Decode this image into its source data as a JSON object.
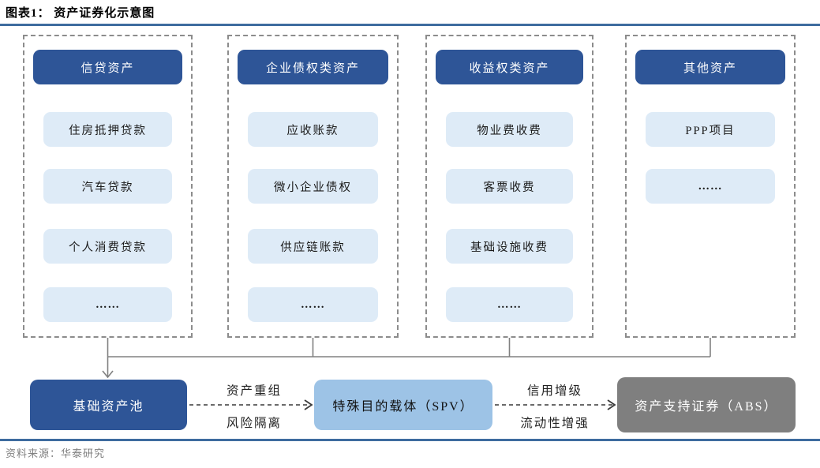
{
  "title": "图表1：  资产证券化示意图",
  "source": "资料来源：华泰研究",
  "columns": [
    {
      "header": "信贷资产",
      "items": [
        "住房抵押贷款",
        "汽车贷款",
        "个人消费贷款",
        "……"
      ]
    },
    {
      "header": "企业债权类资产",
      "items": [
        "应收账款",
        "微小企业债权",
        "供应链账款",
        "……"
      ]
    },
    {
      "header": "收益权类资产",
      "items": [
        "物业费收费",
        "客票收费",
        "基础设施收费",
        "……"
      ]
    },
    {
      "header": "其他资产",
      "items": [
        "PPP项目",
        "……"
      ]
    }
  ],
  "flow": {
    "pool": "基础资产池",
    "spv": "特殊目的载体（SPV）",
    "abs": "资产支持证券（ABS）",
    "arrow1_top": "资产重组",
    "arrow1_bottom": "风险隔离",
    "arrow2_top": "信用增级",
    "arrow2_bottom": "流动性增强"
  },
  "colors": {
    "header_bg": "#2E5597",
    "item_bg": "#DEEBF7",
    "item_text": "#1a1a1a",
    "pool_bg": "#2E5597",
    "spv_bg": "#9DC3E6",
    "spv_text": "#111111",
    "abs_bg": "#7F7F7F",
    "rule": "#3E6C9F",
    "dashed_border": "#8C8C8C",
    "connector": "#808080",
    "arrow": "#3a3a3a",
    "source_text": "#808080"
  }
}
